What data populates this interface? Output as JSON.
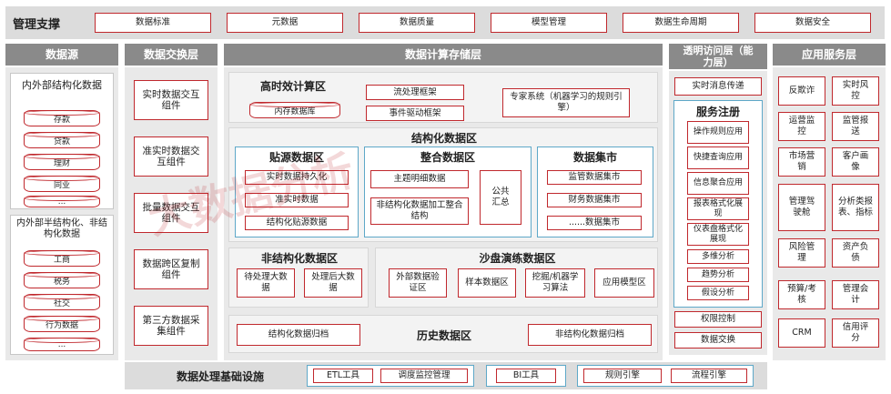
{
  "top": {
    "title": "管理支撑",
    "items": [
      "数据标准",
      "元数据",
      "数据质量",
      "模型管理",
      "数据生命周期",
      "数据安全"
    ]
  },
  "datasource": {
    "header": "数据源",
    "struct_title": "内外部结构化数据",
    "struct_items": [
      "存款",
      "贷款",
      "理财",
      "同业",
      "..."
    ],
    "semi_title": "内外部半结构化、非结构化数据",
    "semi_items": [
      "工商",
      "税务",
      "社交",
      "行为数据",
      "..."
    ]
  },
  "exchange": {
    "header": "数据交换层",
    "items": [
      "实时数据交互组件",
      "准实时数据交互组件",
      "批量数据交互组件",
      "数据跨区复制组件",
      "第三方数据采集组件"
    ]
  },
  "compute": {
    "header": "数据计算存储层",
    "hpc": {
      "title": "高时效计算区",
      "memdb": "内存数据库",
      "stream": "流处理框架",
      "event": "事件驱动框架",
      "expert": "专家系统（机器学习的规则引擎）"
    },
    "struct": {
      "title": "结构化数据区",
      "paste": {
        "title": "贴源数据区",
        "items": [
          "实时数据持久化",
          "准实时数据",
          "结构化贴源数据"
        ]
      },
      "integ": {
        "title": "整合数据区",
        "items": [
          "主题明细数据",
          "非结构化数据加工整合结构"
        ],
        "common": "公共汇总"
      },
      "mart": {
        "title": "数据集市",
        "items": [
          "监管数据集市",
          "财务数据集市",
          "......数据集市"
        ]
      }
    },
    "unstruct": {
      "title": "非结构化数据区",
      "items": [
        "待处理大数据",
        "处理后大数据"
      ]
    },
    "sandbox": {
      "title": "沙盘演练数据区",
      "items": [
        "外部数据验证区",
        "样本数据区",
        "挖掘/机器学习算法",
        "应用模型区"
      ]
    },
    "history": {
      "title": "历史数据区",
      "left": "结构化数据归档",
      "right": "非结构化数据归档"
    }
  },
  "access": {
    "header": "透明访问层（能力层）",
    "realtime": "实时消息传递",
    "svc_title": "服务注册",
    "svc_items": [
      "操作规则应用",
      "快捷查询应用",
      "信息聚合应用",
      "报表格式化展现",
      "仪表盘格式化展现",
      "多维分析",
      "趋势分析",
      "假设分析"
    ],
    "perm": "权限控制",
    "exchange": "数据交换"
  },
  "apps": {
    "header": "应用服务层",
    "items": [
      "反欺诈",
      "实时风控",
      "运营监控",
      "监管报送",
      "市场营销",
      "客户画像",
      "管理驾驶舱",
      "分析类报表、指标",
      "风险管理",
      "资产负债",
      "预算/考核",
      "管理会计",
      "CRM",
      "信用评分"
    ]
  },
  "infra": {
    "title": "数据处理基础设施",
    "items": [
      "ETL工具",
      "调度监控管理",
      "BI工具",
      "规则引擎",
      "流程引擎"
    ]
  },
  "watermark": "大数据分析"
}
